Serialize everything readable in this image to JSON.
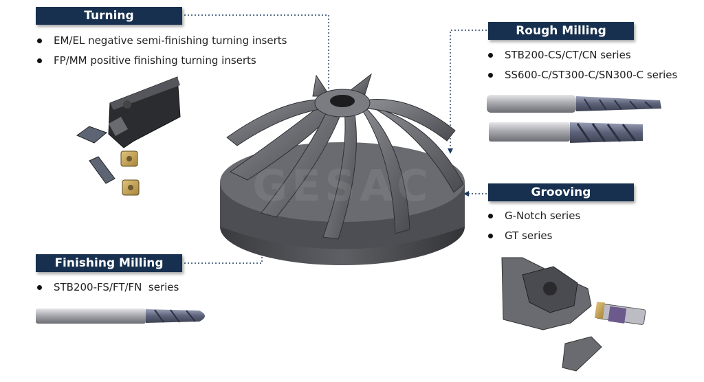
{
  "colors": {
    "tag_background": "#17304f",
    "tag_text": "#ffffff",
    "connector": "#1d3c63"
  },
  "sections": {
    "turning": {
      "title": "Turning",
      "items": [
        "EM/EL negative semi-finishing turning inserts",
        "FP/MM positive finishing turning inserts"
      ]
    },
    "rough_milling": {
      "title": "Rough Milling",
      "items": [
        "STB200-CS/CT/CN series",
        "SS600-C/ST300-C/SN300-C series"
      ]
    },
    "grooving": {
      "title": "Grooving",
      "items": [
        "G-Notch series",
        "GT series"
      ]
    },
    "finishing_milling": {
      "title": "Finishing Milling",
      "items": [
        "STB200-FS/FT/FN  series"
      ]
    }
  },
  "watermark": "GESAC"
}
